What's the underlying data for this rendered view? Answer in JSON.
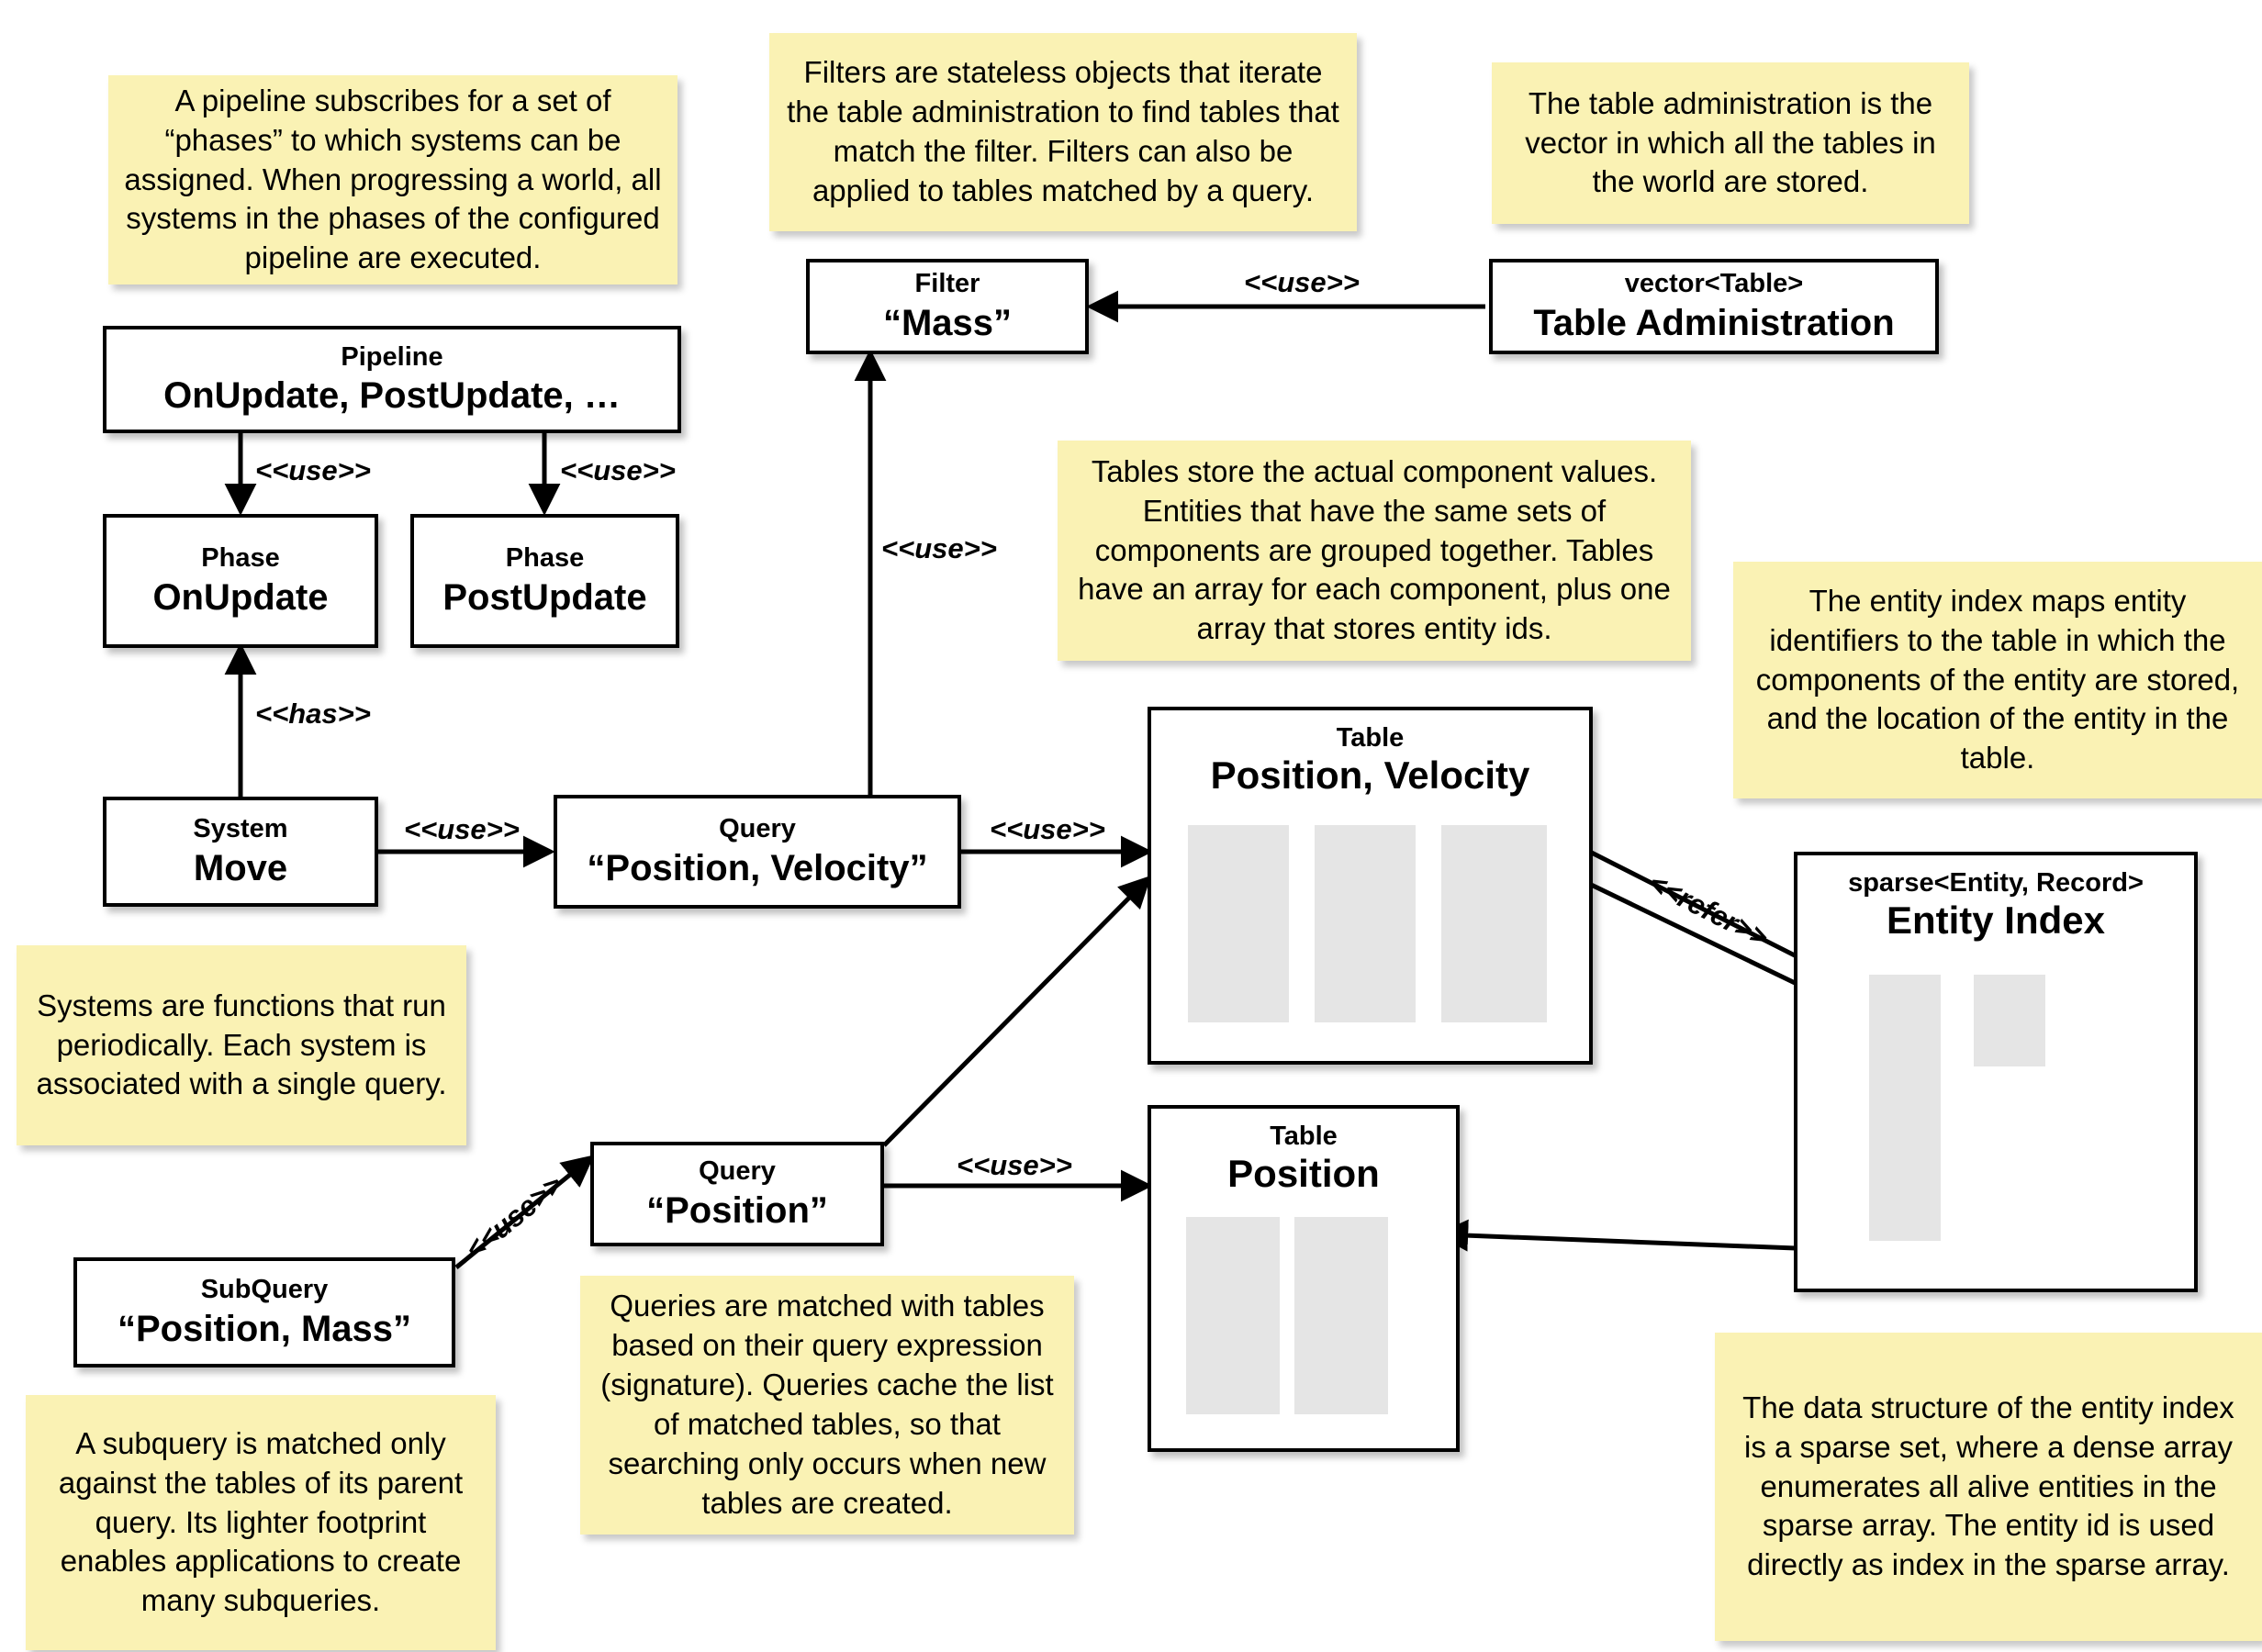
{
  "diagram": {
    "title": "ECS storage architecture diagram",
    "note_color": "#faf2b4",
    "column_color": "#e5e5e5",
    "line_color": "#000000"
  },
  "notes": [
    {
      "id": "note-pipeline",
      "text": "A pipeline subscribes for a set of “phases” to which systems can be assigned. When progressing a world, all systems in the phases of the configured pipeline are executed."
    },
    {
      "id": "note-filter",
      "text": "Filters are stateless objects that iterate the table administration to find tables that match the filter. Filters can also be applied to tables matched by a query."
    },
    {
      "id": "note-table-admin",
      "text": "The table administration is the vector in which all the tables in the world are stored."
    },
    {
      "id": "note-tables",
      "text": "Tables store the actual component values. Entities that have the same sets of components are grouped together. Tables have an array for each component, plus one array that stores entity ids."
    },
    {
      "id": "note-entity-index",
      "text": "The entity index maps entity identifiers to the table in which the components of the entity are stored, and the location of the entity in the table."
    },
    {
      "id": "note-systems",
      "text": "Systems are functions that run periodically. Each system is associated with a single query."
    },
    {
      "id": "note-queries",
      "text": "Queries are matched with tables based on their query expression (signature). Queries cache the list of matched tables, so that searching only occurs when new tables are created."
    },
    {
      "id": "note-subquery",
      "text": "A subquery is matched only against the tables of its parent query. Its lighter footprint enables applications to create many subqueries."
    },
    {
      "id": "note-sparse-set",
      "text": "The data structure of the entity index is a sparse set, where a dense array enumerates all alive entities in the sparse array. The entity id is used directly as index in the sparse array."
    }
  ],
  "boxes": {
    "pipeline": {
      "stereotype": "Pipeline",
      "title": "OnUpdate, PostUpdate, …"
    },
    "phase_onupdate": {
      "stereotype": "Phase",
      "title": "OnUpdate"
    },
    "phase_postupdate": {
      "stereotype": "Phase",
      "title": "PostUpdate"
    },
    "system_move": {
      "stereotype": "System",
      "title": "Move"
    },
    "query_pv": {
      "stereotype": "Query",
      "title": "“Position, Velocity”"
    },
    "query_p": {
      "stereotype": "Query",
      "title": "“Position”"
    },
    "subquery_pm": {
      "stereotype": "SubQuery",
      "title": "“Position, Mass”"
    },
    "filter_mass": {
      "stereotype": "Filter",
      "title": "“Mass”"
    },
    "table_admin": {
      "stereotype": "vector<Table>",
      "title": "Table Administration"
    },
    "table_pv": {
      "stereotype": "Table",
      "title": "Position, Velocity"
    },
    "table_p": {
      "stereotype": "Table",
      "title": "Position"
    },
    "entity_index": {
      "stereotype": "sparse<Entity, Record>",
      "title": "Entity Index"
    }
  },
  "edge_labels": {
    "pipeline_to_onupdate": "<<use>>",
    "pipeline_to_postupdate": "<<use>>",
    "system_has_phase": "<<has>>",
    "system_uses_query": "<<use>>",
    "query_uses_filter": "<<use>>",
    "admin_uses_filter": "<<use>>",
    "query_pv_uses_table": "<<use>>",
    "query_p_uses_table": "<<use>>",
    "subquery_uses_query": "<<use>>",
    "index_refers_table": "<<refer>>"
  }
}
